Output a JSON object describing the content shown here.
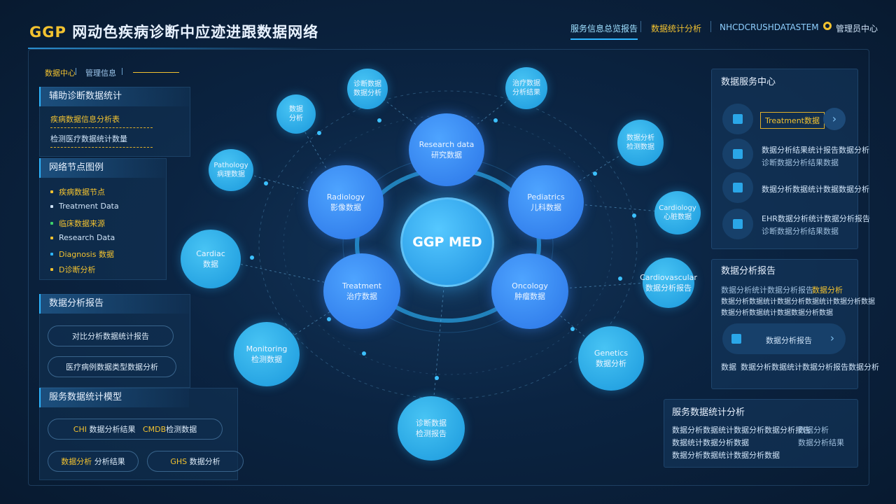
{
  "header": {
    "brand": "GGP",
    "title": "网动色疾病诊断中应迹进跟数据网络",
    "tabs": [
      {
        "label": "服务信息总览报告"
      },
      {
        "label": "数据统计分析"
      },
      {
        "label": "NHCDCRUSHDATASTEM"
      }
    ],
    "user": "管理员中心"
  },
  "left": {
    "breadcrumb": {
      "a": "数据中心",
      "b": "管理信息"
    },
    "section1": {
      "title": "辅助诊断数据统计",
      "line1": "疾病数据信息分析表",
      "line2": "检测医疗数据统计数量"
    },
    "section2": {
      "title": "网络节点图例",
      "items": [
        {
          "label": "疾病数据节点",
          "color": "#f2c230",
          "text_color": "#f2c230"
        },
        {
          "label": "Treatment Data",
          "color": "#cfe3f7",
          "text_color": "#cfe3f7"
        },
        {
          "label": "临床数据来源",
          "color": "#3cd06a",
          "text_color": "#f2c230"
        },
        {
          "label": "Research Data",
          "color": "#f2c230",
          "text_color": "#cfe3f7"
        },
        {
          "label": "Diagnosis 数据",
          "color": "#2eb6ff",
          "text_color": "#f2c230"
        },
        {
          "label": "D诊断分析",
          "color": "#f2c230",
          "text_color": "#f2c230"
        }
      ]
    },
    "section3": {
      "title": "数据分析报告",
      "pill1": "对比分析数据统计报告",
      "pill2": "医疗病例数据类型数据分析"
    },
    "section4": {
      "title": "服务数据统计模型",
      "btns": [
        {
          "a": "CHI",
          "b": "数据分析结果"
        },
        {
          "a": "CMDB",
          "b": "检测数据"
        },
        {
          "a": "数据分析",
          "b": "分析结果"
        },
        {
          "a": "GHS",
          "b": "数据分析"
        }
      ]
    }
  },
  "network": {
    "center": "GGP MED",
    "hubs": [
      {
        "l1": "Radiology",
        "l2": "影像数据"
      },
      {
        "l1": "Pediatrics",
        "l2": "儿科数据"
      },
      {
        "l1": "Treatment",
        "l2": "治疗数据"
      },
      {
        "l1": "Oncology",
        "l2": "肿瘤数据"
      },
      {
        "l1": "Research data",
        "l2": "研究数据"
      }
    ],
    "sats": [
      {
        "l1": "诊断数据",
        "l2": "数据分析"
      },
      {
        "l1": "治疗数据",
        "l2": "分析结果"
      },
      {
        "l1": "数据",
        "l2": "分析"
      },
      {
        "l1": "Pathology",
        "l2": "病理数据"
      },
      {
        "l1": "数据分析",
        "l2": "检测数据"
      },
      {
        "l1": "Cardiology",
        "l2": "心脏数据"
      },
      {
        "l1": "Cardiac",
        "l2": "数据"
      },
      {
        "l1": "Cardiovascular",
        "l2": "数据分析报告"
      },
      {
        "l1": "Monitoring",
        "l2": "检测数据"
      },
      {
        "l1": "Genetics",
        "l2": "数据分析"
      },
      {
        "l1": "诊断数据",
        "l2": "检测报告"
      }
    ]
  },
  "right": {
    "p1": {
      "title": "数据服务中心",
      "highlight": "Treatment数据",
      "rows": [
        {
          "a": "数据分析结果统计报告数据分析",
          "b": "诊断数据分析结果数据"
        },
        {
          "a": "数据分析数据统计数据数据分析",
          "b": ""
        },
        {
          "a": "EHR数据分析统计数据分析报告",
          "b": "诊断数据分析结果数据"
        }
      ]
    },
    "p2": {
      "title": "数据分析报告",
      "l1a": "数据分析统计数据分析报告",
      "l1b": "数据分析",
      "l2": "数据分析数据统计数据分析数据统计数据分析数据",
      "l3": "数据分析数据统计数据数据分析数据",
      "pill": "数据分析报告",
      "l4a": "数据",
      "l4b": "数据分析数据统计数据分析报告数据分析"
    },
    "p3": {
      "title": "服务数据统计分析",
      "l1a": "数据分析数据统计数据分析数据分析报告",
      "l1b": "数据分析",
      "l2a": "数据统计数据分析数据",
      "l2b": "数据分析结果",
      "l3": "数据分析数据统计数据分析数据"
    }
  }
}
